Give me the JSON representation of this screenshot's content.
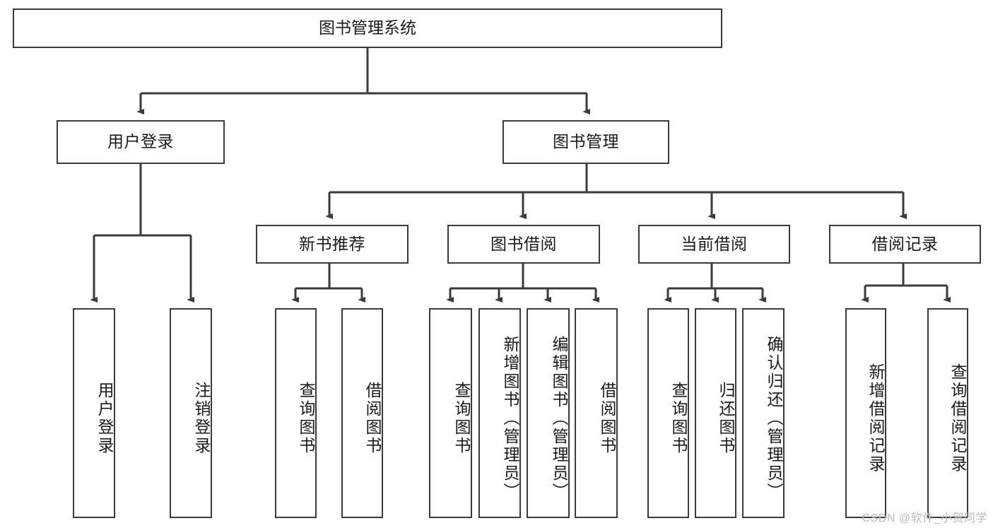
{
  "diagram": {
    "type": "tree-hierarchy-chart",
    "title": "图书管理系统",
    "watermark": "CSDN @软件_小贺同学",
    "colors": {
      "stroke": "#3b3b3b",
      "fill": "#ffffff",
      "text": "#1a1a1a",
      "watermark": "#b9b9b9"
    },
    "levels": {
      "root": "图书管理系统",
      "level2": [
        "用户登录",
        "图书管理"
      ],
      "level3": [
        "新书推荐",
        "图书借阅",
        "当前借阅",
        "借阅记录"
      ]
    },
    "nodes": {
      "root": {
        "label": "图书管理系统"
      },
      "user_login": {
        "label": "用户登录"
      },
      "book_manage": {
        "label": "图书管理"
      },
      "new_book_rec": {
        "label": "新书推荐"
      },
      "book_borrow": {
        "label": "图书借阅"
      },
      "current_borrow": {
        "label": "当前借阅"
      },
      "borrow_record": {
        "label": "借阅记录"
      }
    },
    "leaves": {
      "user_login": [
        {
          "label": "用户登录"
        },
        {
          "label": "注销登录"
        }
      ],
      "new_book_rec": [
        {
          "label": "查询图书"
        },
        {
          "label": "借阅图书"
        }
      ],
      "book_borrow": [
        {
          "label": "查询图书"
        },
        {
          "label": "新增图书（管理员）"
        },
        {
          "label": "编辑图书（管理员）"
        },
        {
          "label": "借阅图书"
        }
      ],
      "current_borrow": [
        {
          "label": "查询图书"
        },
        {
          "label": "归还图书"
        },
        {
          "label": "确认归还（管理员）"
        }
      ],
      "borrow_record": [
        {
          "label": "新增借阅记录"
        },
        {
          "label": "查询借阅记录"
        }
      ]
    }
  }
}
